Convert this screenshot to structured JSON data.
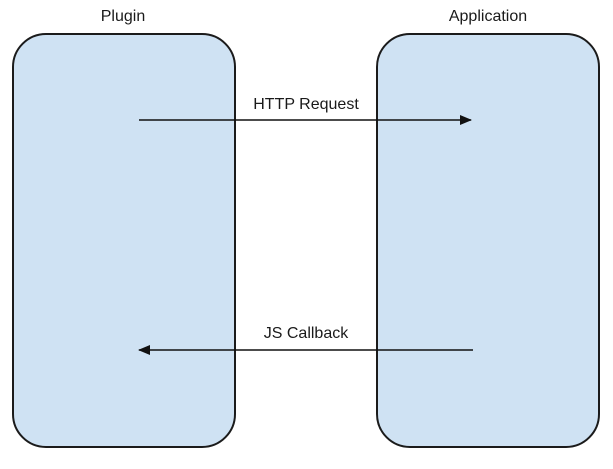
{
  "diagram": {
    "left_lane": {
      "title": "Plugin"
    },
    "right_lane": {
      "title": "Application"
    },
    "arrows": {
      "request": {
        "label": "HTTP Request",
        "direction": "right"
      },
      "callback": {
        "label": "JS Callback",
        "direction": "left"
      }
    },
    "colors": {
      "lane_fill": "#cfe2f3",
      "lane_border": "#1b1b1b",
      "arrow": "#111111"
    }
  }
}
